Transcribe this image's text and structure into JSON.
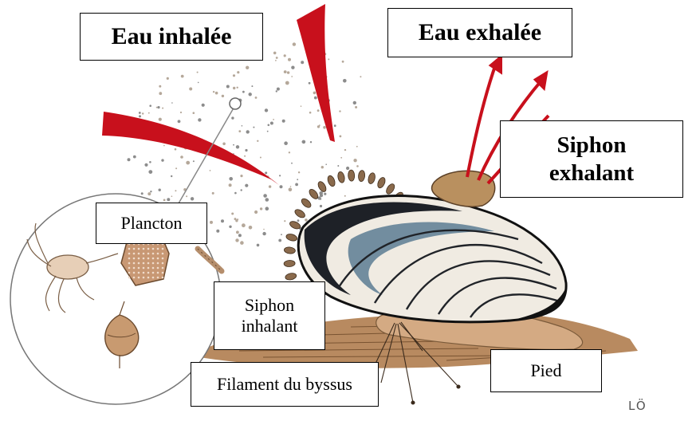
{
  "labels": {
    "inhaled_water": "Eau inhalée",
    "exhaled_water": "Eau exhalée",
    "exhalant_siphon": [
      "Siphon",
      "exhalant"
    ],
    "plankton": "Plancton",
    "inhalant_siphon": [
      "Siphon",
      "inhalant"
    ],
    "byssus_filament": "Filament du byssus",
    "foot": "Pied"
  },
  "signature": "LÖ",
  "colors": {
    "arrow_red": "#c8101c",
    "shell_dark": "#1b1d22",
    "shell_blue": "#5d7f96",
    "shell_light": "#f2ece2",
    "foot": "#cfa57f",
    "substrate": "#a8774b",
    "siphon_frill": "#8a6a4c"
  }
}
